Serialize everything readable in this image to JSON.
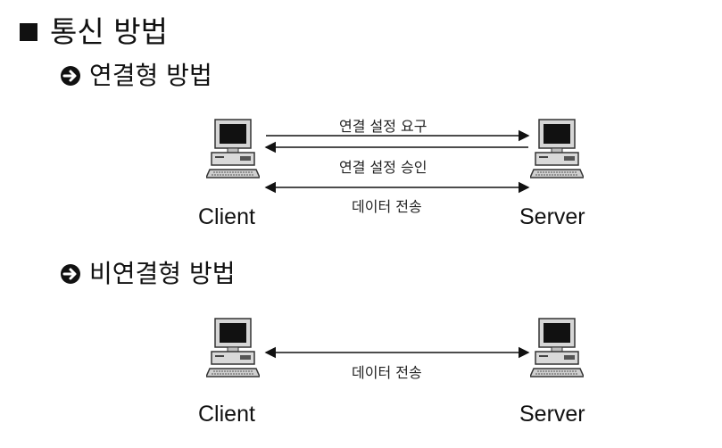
{
  "title": "통신 방법",
  "connection_oriented": {
    "heading": "연결형 방법",
    "messages": [
      "연결 설정 요구",
      "연결 설정 승인",
      "데이터 전송"
    ],
    "client_label": "Client",
    "server_label": "Server"
  },
  "connectionless": {
    "heading": "비연결형 방법",
    "messages": [
      "데이터 전송"
    ],
    "client_label": "Client",
    "server_label": "Server"
  },
  "icons": {
    "title_bullet": "square-bullet-icon",
    "section_bullet": "circled-arrow-icon",
    "host": "desktop-computer-icon"
  }
}
